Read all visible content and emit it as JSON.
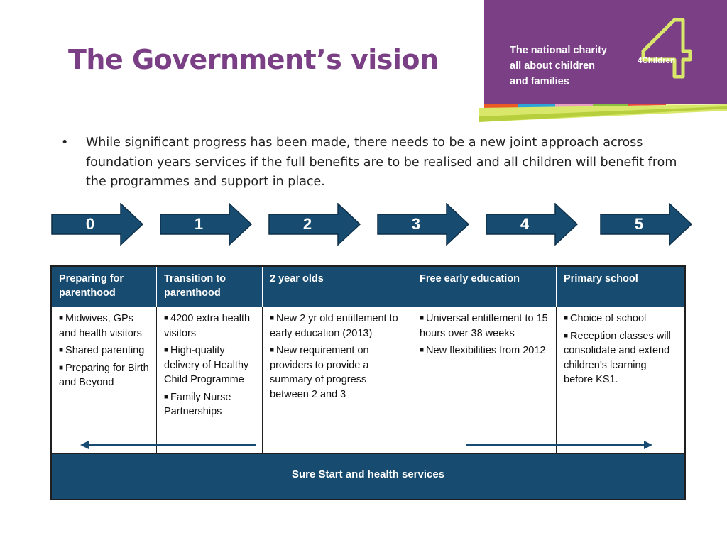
{
  "title": "The Government’s vision",
  "brand": {
    "tagline": [
      "The national charity",
      "all about children",
      "and families"
    ],
    "logo_text": "4Children",
    "colors": {
      "banner": "#7b3f86",
      "stripes": [
        "#e95a24",
        "#2ea3d6",
        "#e8a0c0",
        "#8cbe3f",
        "#e8493a",
        "#f2f083",
        "#a04a8f"
      ]
    }
  },
  "bullet": {
    "marker": "•",
    "text": "While significant progress has been made, there needs to be a new joint approach across foundation years services if the full benefits are to be realised and all children will benefit from the programmes and support in place."
  },
  "timeline": {
    "arrow_color": "#174b70",
    "steps": [
      "0",
      "1",
      "2",
      "3",
      "4",
      "5"
    ]
  },
  "table": {
    "header_color": "#174b70",
    "columns": [
      "Preparing for parenthood",
      "Transition to parenthood",
      "2 year olds",
      "Free early education",
      "Primary school"
    ],
    "cells": [
      [
        "Midwives, GPs and health visitors",
        "Shared parenting",
        "Preparing for Birth and Beyond"
      ],
      [
        "4200 extra health visitors",
        "High-quality delivery of Healthy Child Programme",
        "Family Nurse Partnerships"
      ],
      [
        "New 2 yr old entitlement to early education (2013)",
        "New requirement on providers to provide a summary of progress between 2 and 3"
      ],
      [
        "Universal entitlement to 15 hours over 38 weeks",
        "New flexibilities from 2012"
      ],
      [
        "Choice of school",
        "Reception classes will consolidate and extend children’s learning before KS1."
      ]
    ],
    "footer": "Sure Start and health services"
  }
}
